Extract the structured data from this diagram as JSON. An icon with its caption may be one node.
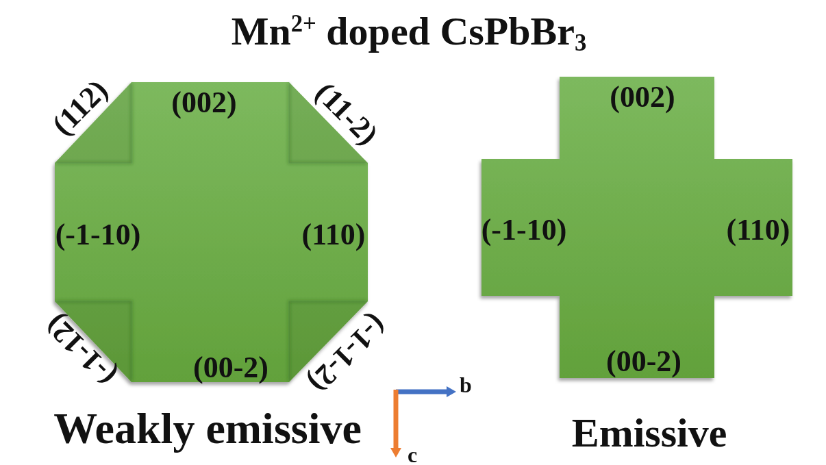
{
  "diagram": {
    "title": "Mn$^{2+}$ doped CsPbBr$_{3}$",
    "nodes": [
      {
        "text": [
          "(002)",
          "(-1-10)",
          "(110)",
          "(00-2)"
        ],
        "beside": [
          "(112)",
          "(11-2)",
          "(-1-12)",
          "(-1-1-2)",
          "Weakly emissive"
        ]
      },
      {
        "text": [
          "(002)",
          "(-1-10)",
          "(110)",
          "(00-2)"
        ],
        "beside": [
          "Emissive"
        ]
      }
    ],
    "labels": [
      "b",
      "c"
    ]
  }
}
